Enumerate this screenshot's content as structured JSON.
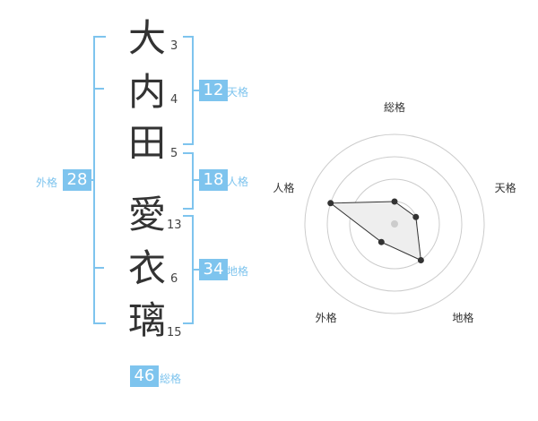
{
  "name_chars": [
    {
      "char": "大",
      "strokes": "3"
    },
    {
      "char": "内",
      "strokes": "4"
    },
    {
      "char": "田",
      "strokes": "5"
    },
    {
      "char": "愛",
      "strokes": "13"
    },
    {
      "char": "衣",
      "strokes": "6"
    },
    {
      "char": "璃",
      "strokes": "15"
    }
  ],
  "fortunes": {
    "tenkaku": {
      "label": "天格",
      "value": "12"
    },
    "jinkaku": {
      "label": "人格",
      "value": "18"
    },
    "chikaku": {
      "label": "地格",
      "value": "34"
    },
    "gaikaku": {
      "label": "外格",
      "value": "28"
    },
    "soukaku": {
      "label": "総格",
      "value": "46"
    }
  },
  "colors": {
    "accent": "#7ec4ee",
    "radar_fill": "#eeeeee",
    "ring": "#cccccc"
  },
  "chart_data": {
    "type": "radar",
    "axes": [
      "総格",
      "天格",
      "地格",
      "外格",
      "人格"
    ],
    "series": [
      {
        "values": [
          0.25,
          0.25,
          0.5,
          0.25,
          0.75
        ]
      }
    ],
    "rings": 4,
    "range": [
      0,
      1
    ]
  }
}
